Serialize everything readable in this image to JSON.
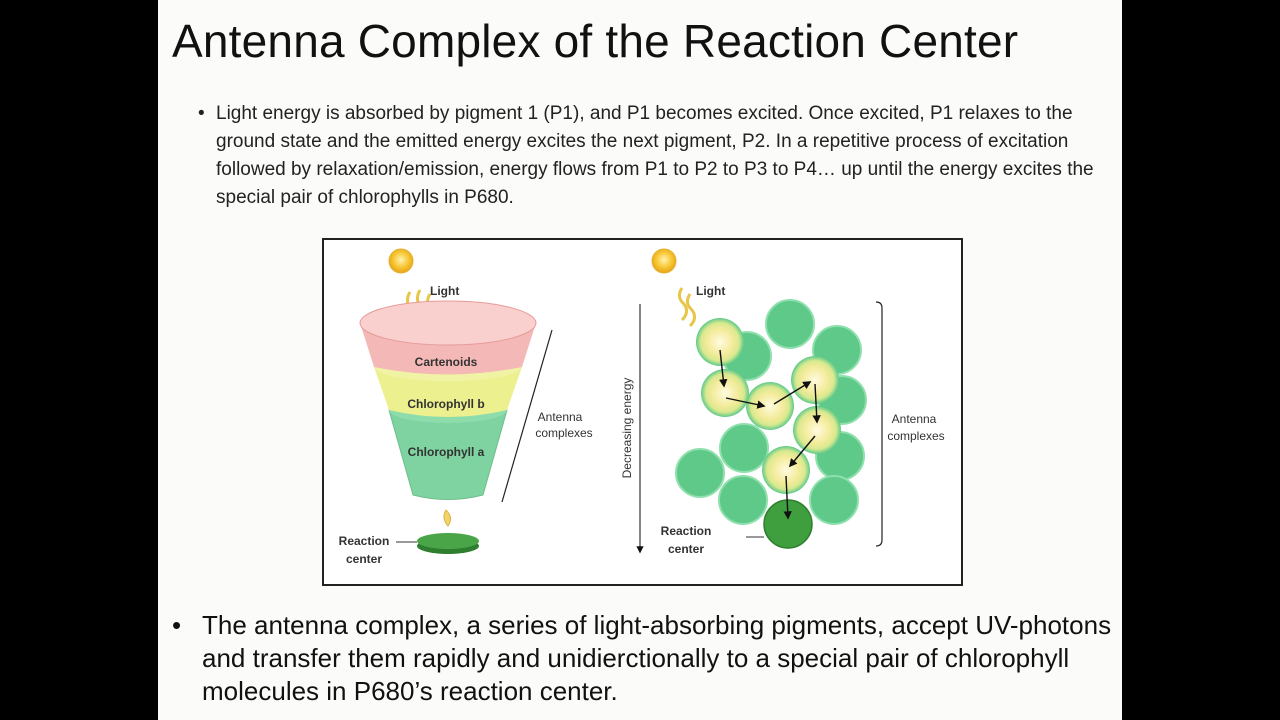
{
  "slide": {
    "title": "Antenna Complex of the Reaction Center",
    "bullet1": "Light energy is absorbed by pigment 1 (P1), and P1 becomes excited. Once excited, P1 relaxes to the ground state and the emitted energy excites the next pigment, P2. In a repetitive process of excitation followed by relaxation/emission, energy flows from P1 to P2 to P3 to P4… up until the energy excites the special pair of chlorophylls in P680.",
    "bullet2": "The antenna complex, a series of light-absorbing pigments, accept UV-photons and transfer them rapidly and unidierctionally to a special pair of chlorophyll molecules in P680’s reaction center.",
    "bullet_glyph": "•"
  },
  "figure": {
    "funnel": {
      "light_label": "Light",
      "layers": [
        "Cartenoids",
        "Chlorophyll b",
        "Chlorophyll a"
      ],
      "antenna_label": [
        "Antenna",
        "complexes"
      ],
      "reaction_center_label": [
        "Reaction",
        "center"
      ]
    },
    "network": {
      "light_label": "Light",
      "energy_axis_label": "Decreasing energy",
      "antenna_label": [
        "Antenna",
        "complexes"
      ],
      "reaction_center_label": [
        "Reaction",
        "center"
      ]
    },
    "colors": {
      "carotenoid": "#f4b9b6",
      "chlorophyll_b": "#ecf08e",
      "chlorophyll_a": "#7fd3a0",
      "pigment": "#5fc98a",
      "reaction_center": "#3f9e3e",
      "sun": "#f7c531",
      "excited_glow": "#f3eb9a"
    }
  }
}
